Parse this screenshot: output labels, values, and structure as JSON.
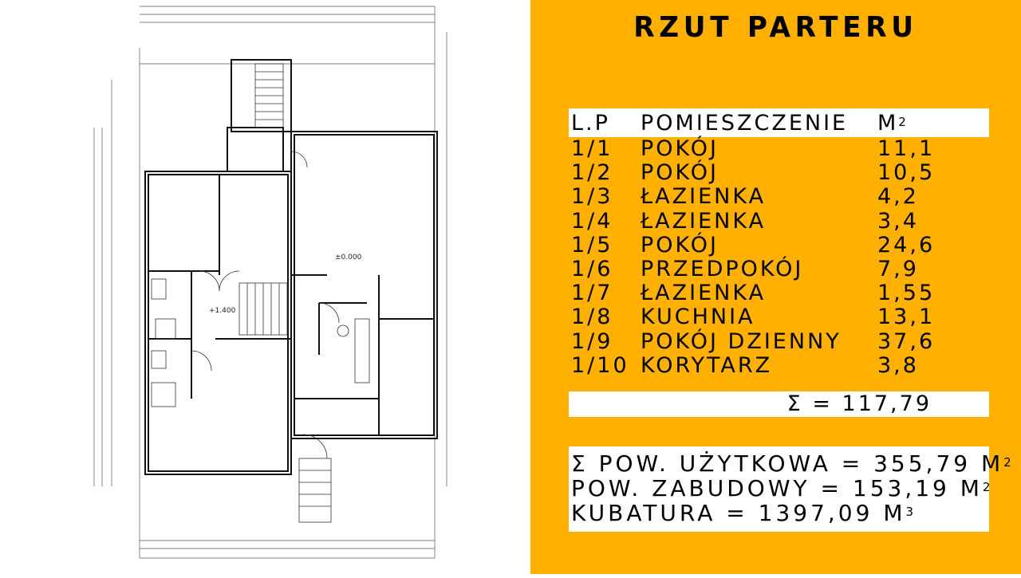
{
  "title": "RZUT PARTERU",
  "plan": {
    "level_ground": "±0.000",
    "level_stairs": "+1.400"
  },
  "table": {
    "headers": {
      "lp": "L.P",
      "room": "POMIESZCZENIE",
      "area": "M",
      "area_sup": "2"
    },
    "rows": [
      {
        "lp": "1/1",
        "room": "POKÓJ",
        "area": "11,1"
      },
      {
        "lp": "1/2",
        "room": "POKÓJ",
        "area": "10,5"
      },
      {
        "lp": "1/3",
        "room": "ŁAZIENKA",
        "area": "4,2"
      },
      {
        "lp": "1/4",
        "room": "ŁAZIENKA",
        "area": "3,4"
      },
      {
        "lp": "1/5",
        "room": "POKÓJ",
        "area": "24,6"
      },
      {
        "lp": "1/6",
        "room": "PRZEDPOKÓJ",
        "area": "7,9"
      },
      {
        "lp": "1/7",
        "room": "ŁAZIENKA",
        "area": "1,55"
      },
      {
        "lp": "1/8",
        "room": "KUCHNIA",
        "area": "13,1"
      },
      {
        "lp": "1/9",
        "room": "POKÓJ DZIENNY",
        "area": "37,6"
      },
      {
        "lp": "1/10",
        "room": "KORYTARZ",
        "area": "3,8"
      }
    ],
    "sum": "Σ = 117,79"
  },
  "totals": {
    "usable": "Σ POW. UŻYTKOWA = 355,79 M",
    "usable_sup": "2",
    "built": "POW. ZABUDOWY = 153,19 M",
    "built_sup": "2",
    "volume": "KUBATURA = 1397,09 M",
    "volume_sup": "3"
  },
  "colors": {
    "panel": "#ffb000"
  }
}
